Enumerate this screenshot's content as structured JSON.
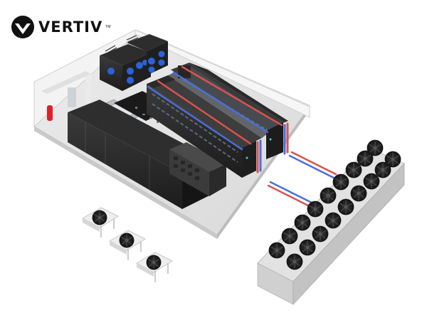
{
  "brand": {
    "name": "VERTIV",
    "trademark": "TM",
    "logo_icon": "vertiv-logo-icon",
    "colors": {
      "logo": "#111111"
    }
  },
  "illustration": {
    "subject": "Data center room isometric layout",
    "components": [
      {
        "id": "room-enclosure",
        "label": "Room enclosure"
      },
      {
        "id": "cooling-units",
        "count": 2,
        "fan_color": "#2a62d8"
      },
      {
        "id": "ups-power-row",
        "label": "Power / UPS cabinets"
      },
      {
        "id": "battery-cabinet",
        "label": "Battery cabinet"
      },
      {
        "id": "rack-rows",
        "rows": 2,
        "label": "Rack rows with containment"
      },
      {
        "id": "cdu-units",
        "count": 2
      },
      {
        "id": "fire-suppression",
        "color": "#e0202a"
      },
      {
        "id": "condensers",
        "count": 3
      },
      {
        "id": "dry-cooler",
        "fan_rows": 2,
        "fans_per_row": 9
      }
    ],
    "colors": {
      "supply_pipe": "#4a6fd8",
      "return_pipe": "#d9534f",
      "floor": "#e6e6e6",
      "wall": "#f2f2f2",
      "cabinet": "#2b2b2b",
      "cooler_body": "#dcdcdc",
      "fan": "#1e1e1e"
    }
  }
}
